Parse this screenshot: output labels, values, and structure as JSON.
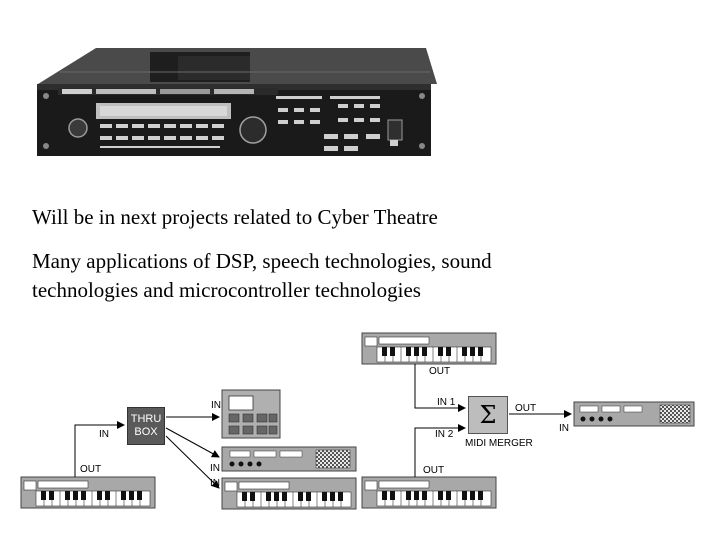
{
  "text": {
    "line1": "Will be in next projects related to Cyber Theatre",
    "line2a": "Many applications of DSP, speech technologies, sound",
    "line2b": "technologies and microcontroller technologies"
  },
  "diagram": {
    "thru_box_line1": "THRU",
    "thru_box_line2": "BOX",
    "merger_symbol": "Σ",
    "labels": {
      "in_thru": "IN",
      "out_left_keyboard": "OUT",
      "in_pad": "IN",
      "in_module": "IN",
      "in_bottom_keyboard": "IN",
      "out_top_keyboard": "OUT",
      "in1": "IN 1",
      "in2": "IN 2",
      "out_bottom_keyboard": "OUT",
      "merger_out": "OUT",
      "merger_caption": "MIDI MERGER",
      "in_right_module": "IN"
    }
  }
}
